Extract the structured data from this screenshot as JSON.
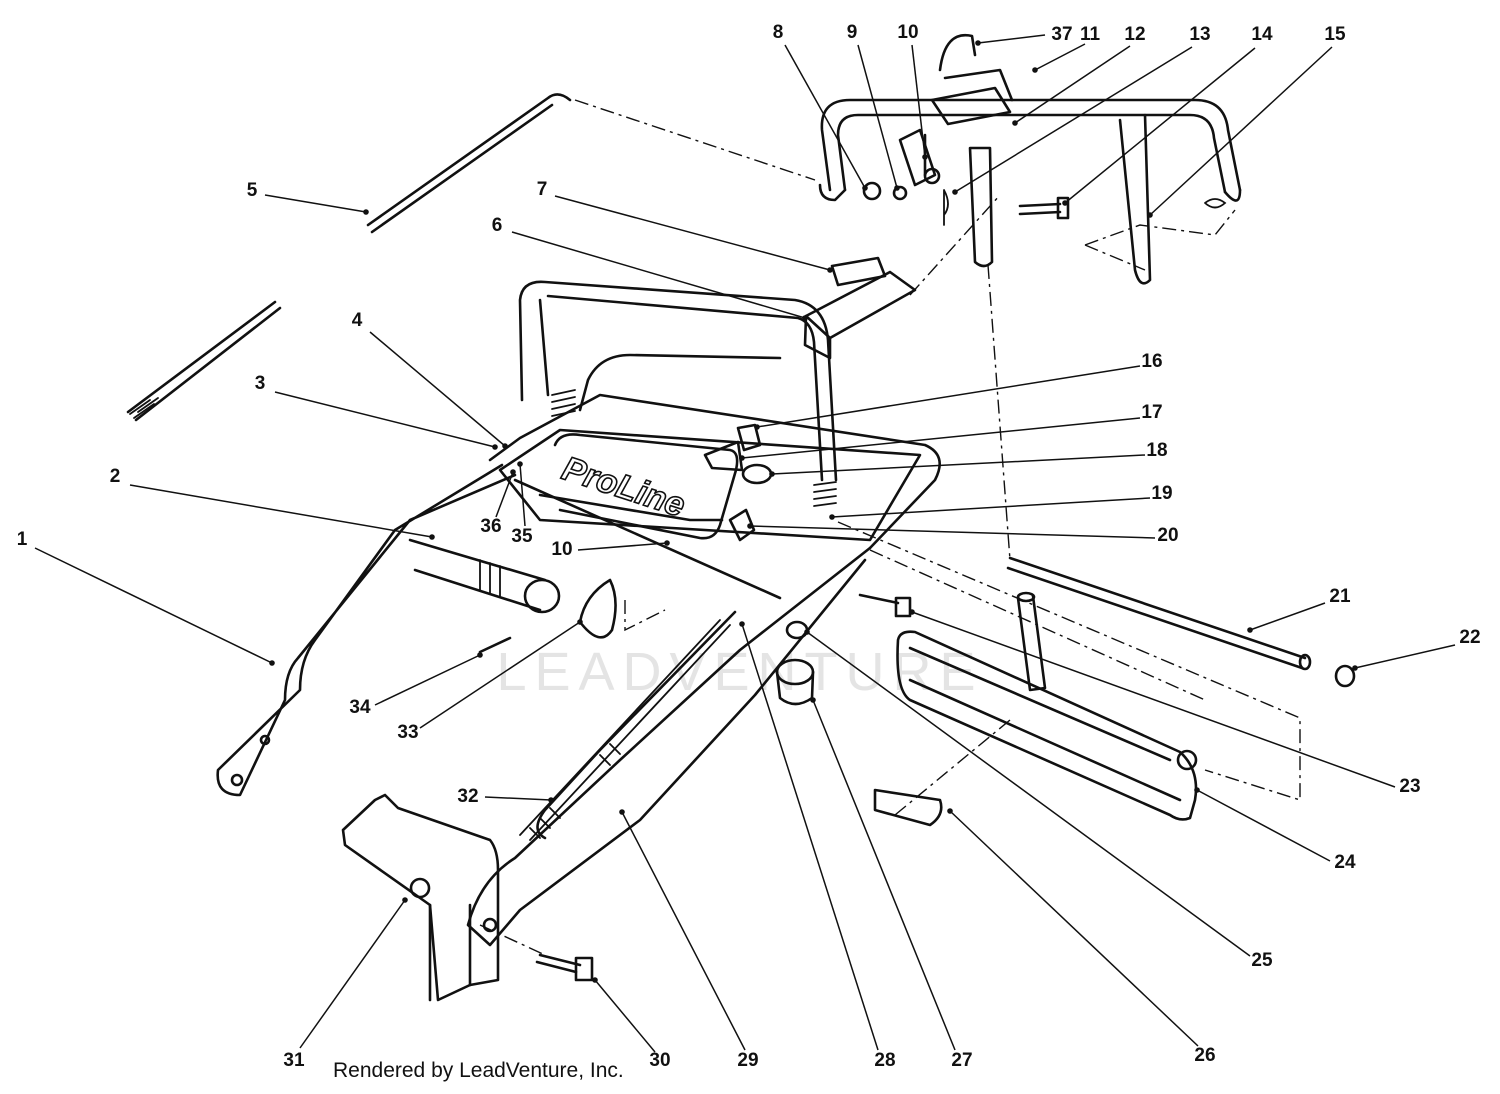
{
  "brand_logo": "ProLine",
  "watermark": "LEADVENTURE",
  "footer_text": "Rendered by LeadVenture, Inc.",
  "callouts": [
    {
      "id": "c1",
      "label": "1"
    },
    {
      "id": "c2",
      "label": "2"
    },
    {
      "id": "c3",
      "label": "3"
    },
    {
      "id": "c4",
      "label": "4"
    },
    {
      "id": "c5",
      "label": "5"
    },
    {
      "id": "c6",
      "label": "6"
    },
    {
      "id": "c7",
      "label": "7"
    },
    {
      "id": "c8",
      "label": "8"
    },
    {
      "id": "c9",
      "label": "9"
    },
    {
      "id": "c10a",
      "label": "10"
    },
    {
      "id": "c11",
      "label": "11"
    },
    {
      "id": "c12",
      "label": "12"
    },
    {
      "id": "c13",
      "label": "13"
    },
    {
      "id": "c14",
      "label": "14"
    },
    {
      "id": "c15",
      "label": "15"
    },
    {
      "id": "c16",
      "label": "16"
    },
    {
      "id": "c17",
      "label": "17"
    },
    {
      "id": "c18",
      "label": "18"
    },
    {
      "id": "c19",
      "label": "19"
    },
    {
      "id": "c20",
      "label": "20"
    },
    {
      "id": "c10b",
      "label": "10"
    },
    {
      "id": "c21",
      "label": "21"
    },
    {
      "id": "c22",
      "label": "22"
    },
    {
      "id": "c23",
      "label": "23"
    },
    {
      "id": "c24",
      "label": "24"
    },
    {
      "id": "c25",
      "label": "25"
    },
    {
      "id": "c26",
      "label": "26"
    },
    {
      "id": "c27",
      "label": "27"
    },
    {
      "id": "c28",
      "label": "28"
    },
    {
      "id": "c29",
      "label": "29"
    },
    {
      "id": "c30",
      "label": "30"
    },
    {
      "id": "c31",
      "label": "31"
    },
    {
      "id": "c32",
      "label": "32"
    },
    {
      "id": "c33",
      "label": "33"
    },
    {
      "id": "c34",
      "label": "34"
    },
    {
      "id": "c35",
      "label": "35"
    },
    {
      "id": "c36",
      "label": "36"
    },
    {
      "id": "c37",
      "label": "37"
    }
  ]
}
